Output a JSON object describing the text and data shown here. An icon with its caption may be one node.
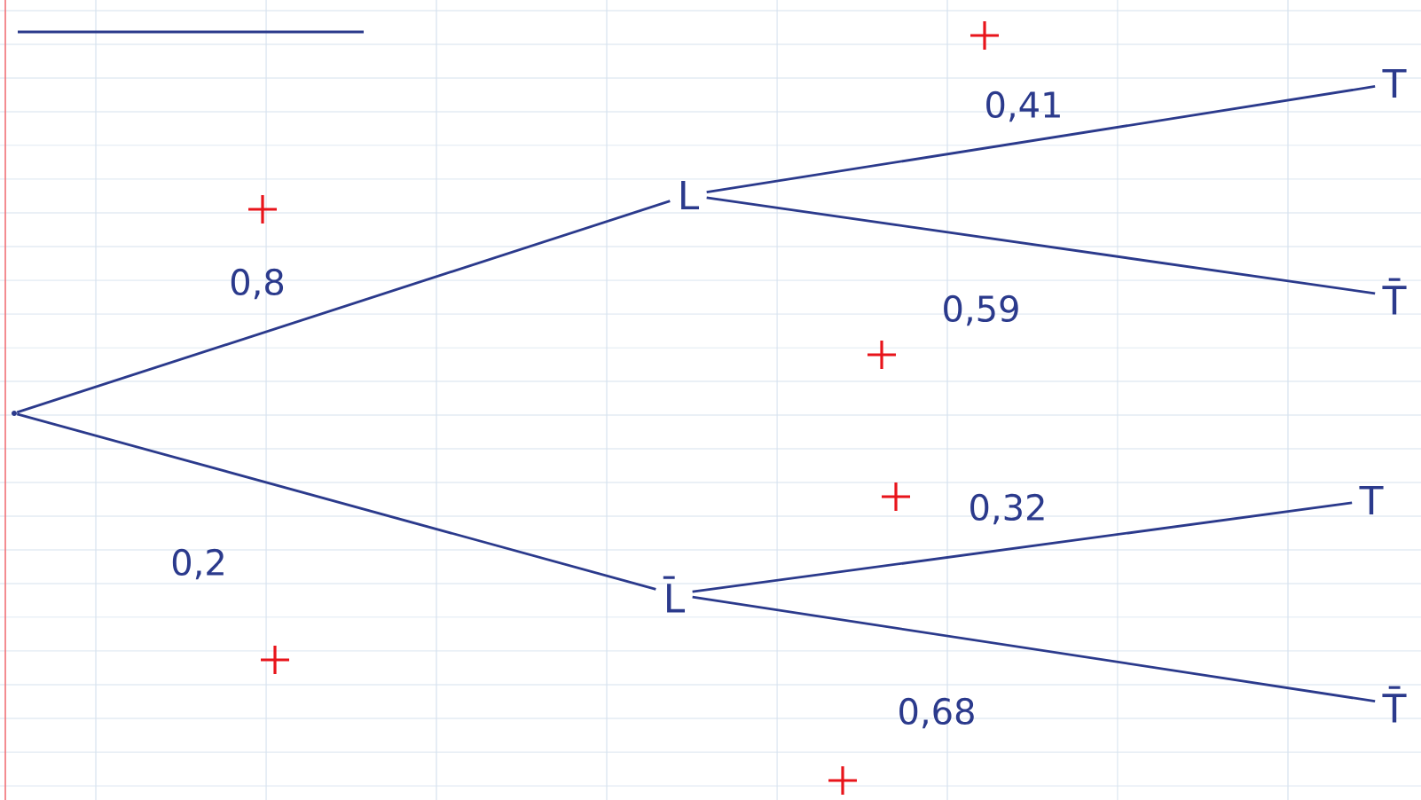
{
  "diagram": {
    "nodes": [
      {
        "text": [],
        "shape": "dot"
      },
      {
        "text": [
          "L"
        ]
      },
      {
        "text": [
          "L̄"
        ]
      },
      {
        "text": [
          "T"
        ]
      },
      {
        "text": [
          "T̄"
        ]
      },
      {
        "text": [
          "T"
        ]
      },
      {
        "text": [
          "T̄"
        ]
      }
    ],
    "edges": [
      {
        "from": 0,
        "to": 1,
        "arrow": "none",
        "label": "0,8"
      },
      {
        "from": 0,
        "to": 2,
        "arrow": "none",
        "label": "0,2"
      },
      {
        "from": 1,
        "to": 3,
        "arrow": "none",
        "label": "0,41"
      },
      {
        "from": 1,
        "to": 4,
        "arrow": "none",
        "label": "0,59"
      },
      {
        "from": 2,
        "to": 5,
        "arrow": "none",
        "label": "0,32"
      },
      {
        "from": 2,
        "to": 6,
        "arrow": "none",
        "label": "0,68"
      }
    ]
  }
}
